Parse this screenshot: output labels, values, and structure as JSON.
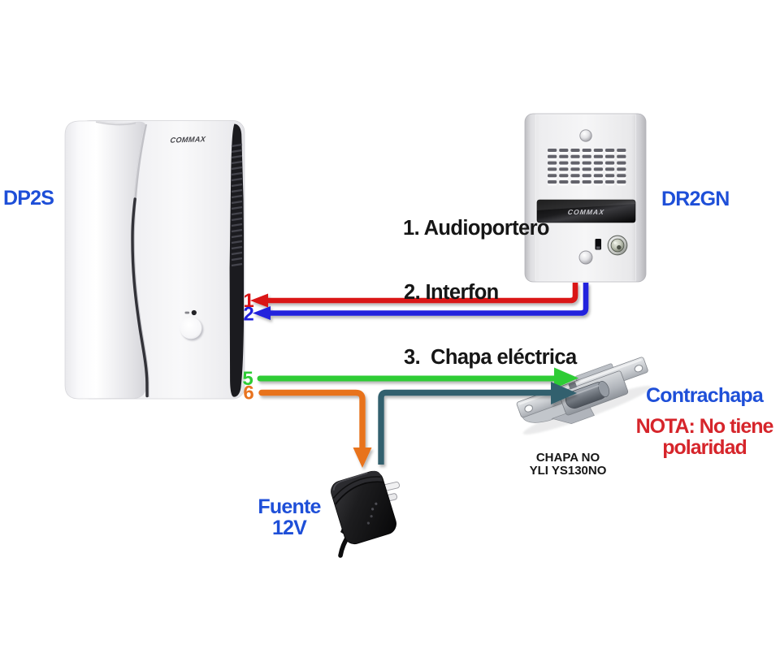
{
  "colors": {
    "background": "#ffffff",
    "label_blue": "#1e4fd8",
    "note_red": "#d6252b",
    "text_black": "#161616",
    "wire_red": "#da1215",
    "wire_blue": "#2121dd",
    "wire_green": "#2ecc35",
    "wire_teal": "#30606e",
    "wire_orange": "#e8731f",
    "phone_logo_gray": "#46464b",
    "door_logo_silver": "#c8c8ce"
  },
  "labels": {
    "intercom_model": "DP2S",
    "intercom_brand": "COMMAX",
    "door_station_model": "DR2GN",
    "door_station_brand": "COMMAX",
    "step1": "1. Audioportero",
    "step2": "2. Interfon",
    "step3": "3.  Chapa eléctrica",
    "strike_name": "Contrachapa",
    "strike_note_line1": "NOTA: No tiene",
    "strike_note_line2": "polaridad",
    "strike_model_line1": "CHAPA NO",
    "strike_model_line2": "YLI YS130NO",
    "psu_line1": "Fuente",
    "psu_line2": "12V"
  },
  "terminals": {
    "t1": "1",
    "t2": "2",
    "t5": "5",
    "t6": "6"
  }
}
